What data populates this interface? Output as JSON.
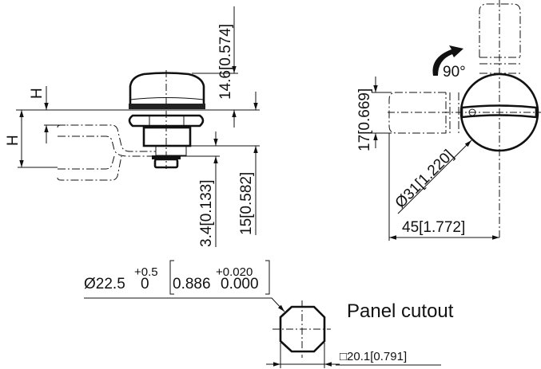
{
  "side_view": {
    "h_small": "H",
    "h_large": "H",
    "dim_height_top": "14.6[0.574]",
    "dim_height_total": "15[0.582]",
    "dim_screw": "3.4[0.133]"
  },
  "front_view": {
    "rotation": "90°",
    "dim_handle_width": "17[0.669]",
    "dim_diameter": "Ø31[1.220]",
    "dim_swing": "45[1.772]"
  },
  "cutout": {
    "diameter": "Ø22.5",
    "tol_plus": "+0.5",
    "tol_minus": "0",
    "inch_value": "0.886",
    "inch_tol_plus": "+0.020",
    "inch_tol_minus": "0.000",
    "title": "Panel cutout",
    "square": "□20.1[0.791]"
  }
}
